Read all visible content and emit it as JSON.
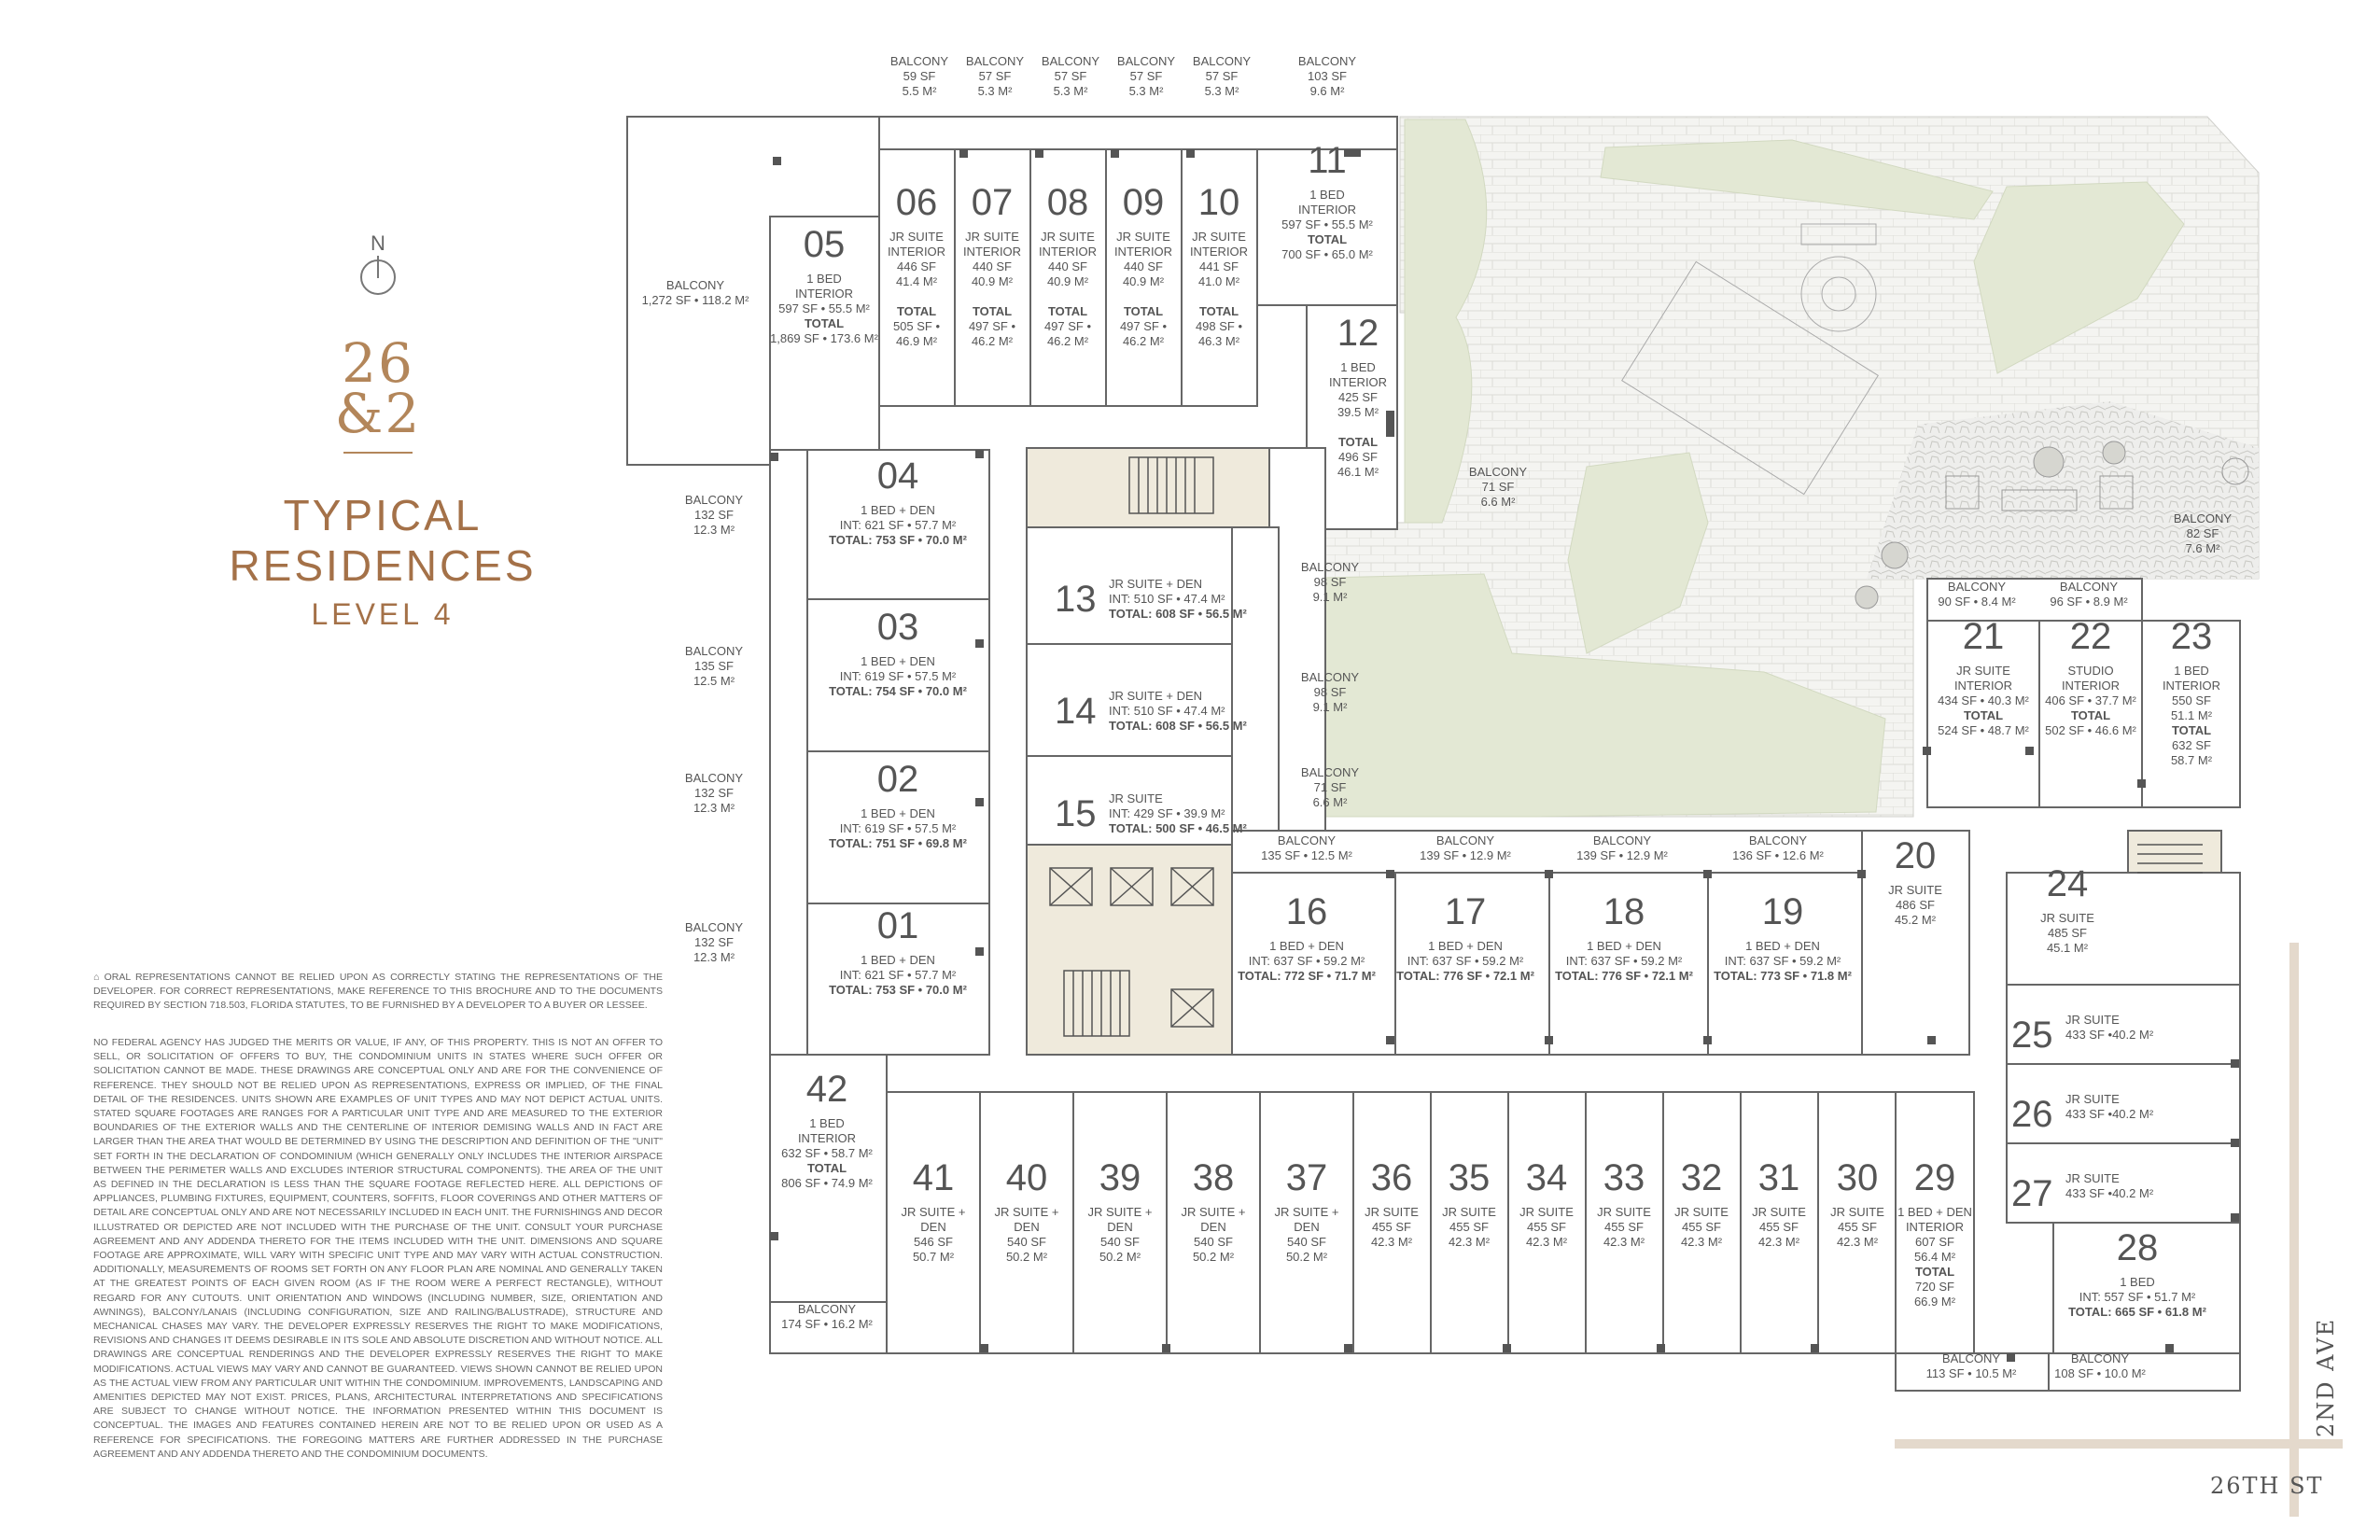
{
  "north_label": "N",
  "logo_top": "26",
  "logo_bottom": "&2",
  "title_line1": "TYPICAL",
  "title_line2": "RESIDENCES",
  "level": "LEVEL 4",
  "disclaimer_1": "ORAL REPRESENTATIONS CANNOT BE RELIED UPON AS CORRECTLY STATING THE REPRESENTATIONS OF THE DEVELOPER. FOR CORRECT REPRESENTATIONS, MAKE REFERENCE TO THIS BROCHURE AND TO THE DOCUMENTS REQUIRED BY SECTION 718.503, FLORIDA STATUTES, TO BE FURNISHED BY A DEVELOPER TO A BUYER OR LESSEE.",
  "disclaimer_2": "NO FEDERAL AGENCY HAS JUDGED THE MERITS OR VALUE, IF ANY, OF THIS PROPERTY. THIS IS NOT AN OFFER TO SELL, OR SOLICITATION OF OFFERS TO BUY, THE CONDOMINIUM UNITS IN STATES WHERE SUCH OFFER OR SOLICITATION CANNOT BE MADE. THESE DRAWINGS ARE CONCEPTUAL ONLY AND ARE FOR THE CONVENIENCE OF REFERENCE. THEY SHOULD NOT BE RELIED UPON AS REPRESENTATIONS, EXPRESS OR IMPLIED, OF THE FINAL DETAIL OF THE RESIDENCES. UNITS SHOWN ARE EXAMPLES OF UNIT TYPES AND MAY NOT DEPICT ACTUAL UNITS. STATED SQUARE FOOTAGES ARE RANGES FOR A PARTICULAR UNIT TYPE AND ARE MEASURED TO THE EXTERIOR BOUNDARIES OF THE EXTERIOR WALLS AND THE CENTERLINE OF INTERIOR DEMISING WALLS AND IN FACT ARE LARGER THAN THE AREA THAT WOULD BE DETERMINED BY USING THE DESCRIPTION AND DEFINITION OF THE \"UNIT\" SET FORTH IN THE DECLARATION OF CONDOMINIUM (WHICH GENERALLY ONLY INCLUDES THE INTERIOR AIRSPACE BETWEEN THE PERIMETER WALLS AND EXCLUDES INTERIOR STRUCTURAL COMPONENTS). THE AREA OF THE UNIT AS DEFINED IN THE DECLARATION IS LESS THAN THE SQUARE FOOTAGE REFLECTED HERE. ALL DEPICTIONS OF APPLIANCES, PLUMBING FIXTURES, EQUIPMENT, COUNTERS, SOFFITS, FLOOR COVERINGS AND OTHER MATTERS OF DETAIL ARE CONCEPTUAL ONLY AND ARE NOT NECESSARILY INCLUDED IN EACH UNIT. THE FURNISHINGS AND DECOR ILLUSTRATED OR DEPICTED ARE NOT INCLUDED WITH THE PURCHASE OF THE UNIT. CONSULT YOUR PURCHASE AGREEMENT AND ANY ADDENDA THERETO FOR THE ITEMS INCLUDED WITH THE UNIT. DIMENSIONS AND SQUARE FOOTAGE ARE APPROXIMATE, WILL VARY WITH SPECIFIC UNIT TYPE AND MAY VARY WITH ACTUAL CONSTRUCTION. ADDITIONALLY, MEASUREMENTS OF ROOMS SET FORTH ON ANY FLOOR PLAN ARE NOMINAL AND GENERALLY TAKEN AT THE GREATEST POINTS OF EACH GIVEN ROOM (AS IF THE ROOM WERE A PERFECT RECTANGLE), WITHOUT REGARD FOR ANY CUTOUTS. UNIT ORIENTATION AND WINDOWS (INCLUDING NUMBER, SIZE, ORIENTATION AND AWNINGS), BALCONY/LANAIS (INCLUDING CONFIGURATION, SIZE AND RAILING/BALUSTRADE), STRUCTURE AND MECHANICAL CHASES MAY VARY. THE DEVELOPER EXPRESSLY RESERVES THE RIGHT TO MAKE MODIFICATIONS, REVISIONS AND CHANGES IT DEEMS DESIRABLE IN ITS SOLE AND ABSOLUTE DISCRETION AND WITHOUT NOTICE. ALL DRAWINGS ARE CONCEPTUAL RENDERINGS AND THE DEVELOPER EXPRESSLY RESERVES THE RIGHT TO MAKE MODIFICATIONS. ACTUAL VIEWS MAY VARY AND CANNOT BE GUARANTEED. VIEWS SHOWN CANNOT BE RELIED UPON AS THE ACTUAL VIEW FROM ANY PARTICULAR UNIT WITHIN THE CONDOMINIUM. IMPROVEMENTS, LANDSCAPING AND AMENITIES DEPICTED MAY NOT EXIST. PRICES, PLANS, ARCHITECTURAL INTERPRETATIONS AND SPECIFICATIONS ARE SUBJECT TO CHANGE WITHOUT NOTICE. THE INFORMATION PRESENTED WITHIN THIS DOCUMENT IS CONCEPTUAL. THE IMAGES AND FEATURES CONTAINED HEREIN ARE NOT TO BE RELIED UPON OR USED AS A REFERENCE FOR SPECIFICATIONS. THE FOREGOING MATTERS ARE FURTHER ADDRESSED IN THE PURCHASE AGREEMENT AND ANY ADDENDA THERETO AND THE CONDOMINIUM DOCUMENTS.",
  "street_1": "26TH ST",
  "street_2": "2ND AVE",
  "colors": {
    "accent": "#a47148",
    "line": "#666666",
    "garden": "#e3e8d4",
    "paving": "#f3f3f0"
  },
  "units": [
    {
      "num": "06",
      "lines": [
        "JR SUITE",
        "INTERIOR",
        "446 SF",
        "41.4 M²",
        "",
        "TOTAL",
        "505 SF •",
        "46.9 M²"
      ]
    },
    {
      "num": "07",
      "lines": [
        "JR SUITE",
        "INTERIOR",
        "440 SF",
        "40.9 M²",
        "",
        "TOTAL",
        "497 SF •",
        "46.2 M²"
      ]
    },
    {
      "num": "08",
      "lines": [
        "JR SUITE",
        "INTERIOR",
        "440 SF",
        "40.9 M²",
        "",
        "TOTAL",
        "497 SF •",
        "46.2 M²"
      ]
    },
    {
      "num": "09",
      "lines": [
        "JR SUITE",
        "INTERIOR",
        "440 SF",
        "40.9 M²",
        "",
        "TOTAL",
        "497 SF •",
        "46.2 M²"
      ]
    },
    {
      "num": "10",
      "lines": [
        "JR SUITE",
        "INTERIOR",
        "441 SF",
        "41.0 M²",
        "",
        "TOTAL",
        "498 SF •",
        "46.3 M²"
      ]
    },
    {
      "num": "11",
      "lines": [
        "1 BED",
        "INTERIOR",
        "597 SF • 55.5 M²",
        "TOTAL",
        "700 SF • 65.0 M²"
      ]
    },
    {
      "num": "05",
      "lines": [
        "1 BED",
        "INTERIOR",
        "597 SF • 55.5 M²",
        "TOTAL",
        "1,869 SF • 173.6 M²"
      ]
    },
    {
      "num": "12",
      "lines": [
        "1 BED",
        "INTERIOR",
        "425 SF",
        "39.5 M²",
        "",
        "TOTAL",
        "496 SF",
        "46.1 M²"
      ]
    },
    {
      "num": "04",
      "lines": [
        "1 BED + DEN",
        "INT: 621 SF • 57.7 M²",
        "TOTAL: 753 SF • 70.0 M²"
      ]
    },
    {
      "num": "03",
      "lines": [
        "1 BED + DEN",
        "INT: 619 SF • 57.5 M²",
        "TOTAL: 754 SF • 70.0 M²"
      ]
    },
    {
      "num": "02",
      "lines": [
        "1 BED + DEN",
        "INT: 619 SF • 57.5 M²",
        "TOTAL: 751 SF • 69.8 M²"
      ]
    },
    {
      "num": "01",
      "lines": [
        "1 BED + DEN",
        "INT: 621 SF • 57.7 M²",
        "TOTAL: 753 SF • 70.0 M²"
      ]
    },
    {
      "num": "13",
      "lines": [
        "JR SUITE + DEN",
        "INT: 510 SF • 47.4 M²",
        "TOTAL: 608 SF • 56.5 M²"
      ]
    },
    {
      "num": "14",
      "lines": [
        "JR SUITE + DEN",
        "INT: 510 SF • 47.4 M²",
        "TOTAL: 608 SF • 56.5 M²"
      ]
    },
    {
      "num": "15",
      "lines": [
        "JR SUITE",
        "INT: 429 SF • 39.9 M²",
        "TOTAL: 500 SF • 46.5 M²"
      ]
    },
    {
      "num": "16",
      "lines": [
        "1 BED + DEN",
        "INT: 637 SF • 59.2 M²",
        "TOTAL: 772 SF • 71.7 M²"
      ]
    },
    {
      "num": "17",
      "lines": [
        "1 BED + DEN",
        "INT: 637 SF • 59.2 M²",
        "TOTAL: 776 SF • 72.1 M²"
      ]
    },
    {
      "num": "18",
      "lines": [
        "1 BED + DEN",
        "INT: 637 SF • 59.2 M²",
        "TOTAL: 776 SF • 72.1 M²"
      ]
    },
    {
      "num": "19",
      "lines": [
        "1 BED + DEN",
        "INT: 637 SF • 59.2 M²",
        "TOTAL: 773 SF • 71.8 M²"
      ]
    },
    {
      "num": "20",
      "lines": [
        "JR SUITE",
        "486 SF",
        "45.2 M²"
      ]
    },
    {
      "num": "21",
      "lines": [
        "JR SUITE",
        "INTERIOR",
        "434 SF • 40.3 M²",
        "TOTAL",
        "524 SF • 48.7 M²"
      ]
    },
    {
      "num": "22",
      "lines": [
        "STUDIO",
        "INTERIOR",
        "406 SF • 37.7 M²",
        "TOTAL",
        "502 SF • 46.6 M²"
      ]
    },
    {
      "num": "23",
      "lines": [
        "1 BED",
        "INTERIOR",
        "550 SF",
        "51.1 M²",
        "TOTAL",
        "632 SF",
        "58.7 M²"
      ]
    },
    {
      "num": "24",
      "lines": [
        "JR SUITE",
        "485 SF",
        "45.1 M²"
      ]
    },
    {
      "num": "25",
      "lines": [
        "JR SUITE",
        "433 SF •40.2 M²"
      ]
    },
    {
      "num": "26",
      "lines": [
        "JR SUITE",
        "433 SF •40.2 M²"
      ]
    },
    {
      "num": "27",
      "lines": [
        "JR SUITE",
        "433 SF •40.2 M²"
      ]
    },
    {
      "num": "28",
      "lines": [
        "1 BED",
        "INT: 557 SF • 51.7 M²",
        "TOTAL: 665 SF • 61.8 M²"
      ]
    },
    {
      "num": "29",
      "lines": [
        "1 BED + DEN",
        "INTERIOR",
        "607 SF",
        "56.4 M²",
        "TOTAL",
        "720 SF",
        "66.9 M²"
      ]
    },
    {
      "num": "30",
      "lines": [
        "JR SUITE",
        "455 SF",
        "42.3 M²"
      ]
    },
    {
      "num": "31",
      "lines": [
        "JR SUITE",
        "455 SF",
        "42.3 M²"
      ]
    },
    {
      "num": "32",
      "lines": [
        "JR SUITE",
        "455 SF",
        "42.3 M²"
      ]
    },
    {
      "num": "33",
      "lines": [
        "JR SUITE",
        "455 SF",
        "42.3 M²"
      ]
    },
    {
      "num": "34",
      "lines": [
        "JR SUITE",
        "455 SF",
        "42.3 M²"
      ]
    },
    {
      "num": "35",
      "lines": [
        "JR SUITE",
        "455 SF",
        "42.3 M²"
      ]
    },
    {
      "num": "36",
      "lines": [
        "JR SUITE",
        "455 SF",
        "42.3 M²"
      ]
    },
    {
      "num": "37",
      "lines": [
        "JR SUITE +",
        "DEN",
        "540 SF",
        "50.2 M²"
      ]
    },
    {
      "num": "38",
      "lines": [
        "JR SUITE +",
        "DEN",
        "540 SF",
        "50.2 M²"
      ]
    },
    {
      "num": "39",
      "lines": [
        "JR SUITE +",
        "DEN",
        "540 SF",
        "50.2 M²"
      ]
    },
    {
      "num": "40",
      "lines": [
        "JR SUITE +",
        "DEN",
        "540 SF",
        "50.2 M²"
      ]
    },
    {
      "num": "41",
      "lines": [
        "JR SUITE +",
        "DEN",
        "546 SF",
        "50.7 M²"
      ]
    },
    {
      "num": "42",
      "lines": [
        "1 BED",
        "INTERIOR",
        "632 SF • 58.7 M²",
        "TOTAL",
        "806 SF • 74.9 M²"
      ]
    }
  ],
  "balconies": [
    {
      "lines": [
        "BALCONY",
        "59 SF",
        "5.5 M²"
      ]
    },
    {
      "lines": [
        "BALCONY",
        "57 SF",
        "5.3 M²"
      ]
    },
    {
      "lines": [
        "BALCONY",
        "57 SF",
        "5.3 M²"
      ]
    },
    {
      "lines": [
        "BALCONY",
        "57 SF",
        "5.3 M²"
      ]
    },
    {
      "lines": [
        "BALCONY",
        "57 SF",
        "5.3 M²"
      ]
    },
    {
      "lines": [
        "BALCONY",
        "103 SF",
        "9.6 M²"
      ]
    },
    {
      "lines": [
        "BALCONY",
        "1,272 SF • 118.2 M²"
      ]
    },
    {
      "lines": [
        "BALCONY",
        "132 SF",
        "12.3 M²"
      ]
    },
    {
      "lines": [
        "BALCONY",
        "135 SF",
        "12.5 M²"
      ]
    },
    {
      "lines": [
        "BALCONY",
        "132 SF",
        "12.3 M²"
      ]
    },
    {
      "lines": [
        "BALCONY",
        "132 SF",
        "12.3 M²"
      ]
    },
    {
      "lines": [
        "BALCONY",
        "71 SF",
        "6.6 M²"
      ]
    },
    {
      "lines": [
        "BALCONY",
        "98 SF",
        "9.1 M²"
      ]
    },
    {
      "lines": [
        "BALCONY",
        "98 SF",
        "9.1 M²"
      ]
    },
    {
      "lines": [
        "BALCONY",
        "71 SF",
        "6.6 M²"
      ]
    },
    {
      "lines": [
        "BALCONY",
        "135 SF • 12.5 M²"
      ]
    },
    {
      "lines": [
        "BALCONY",
        "139 SF • 12.9 M²"
      ]
    },
    {
      "lines": [
        "BALCONY",
        "139 SF • 12.9 M²"
      ]
    },
    {
      "lines": [
        "BALCONY",
        "136 SF • 12.6 M²"
      ]
    },
    {
      "lines": [
        "BALCONY",
        "90 SF • 8.4 M²"
      ]
    },
    {
      "lines": [
        "BALCONY",
        "96 SF • 8.9 M²"
      ]
    },
    {
      "lines": [
        "BALCONY",
        "82 SF",
        "7.6 M²"
      ]
    },
    {
      "lines": [
        "BALCONY",
        "174 SF • 16.2 M²"
      ]
    },
    {
      "lines": [
        "BALCONY",
        "113 SF • 10.5 M²"
      ]
    },
    {
      "lines": [
        "BALCONY",
        "108 SF • 10.0 M²"
      ]
    }
  ]
}
